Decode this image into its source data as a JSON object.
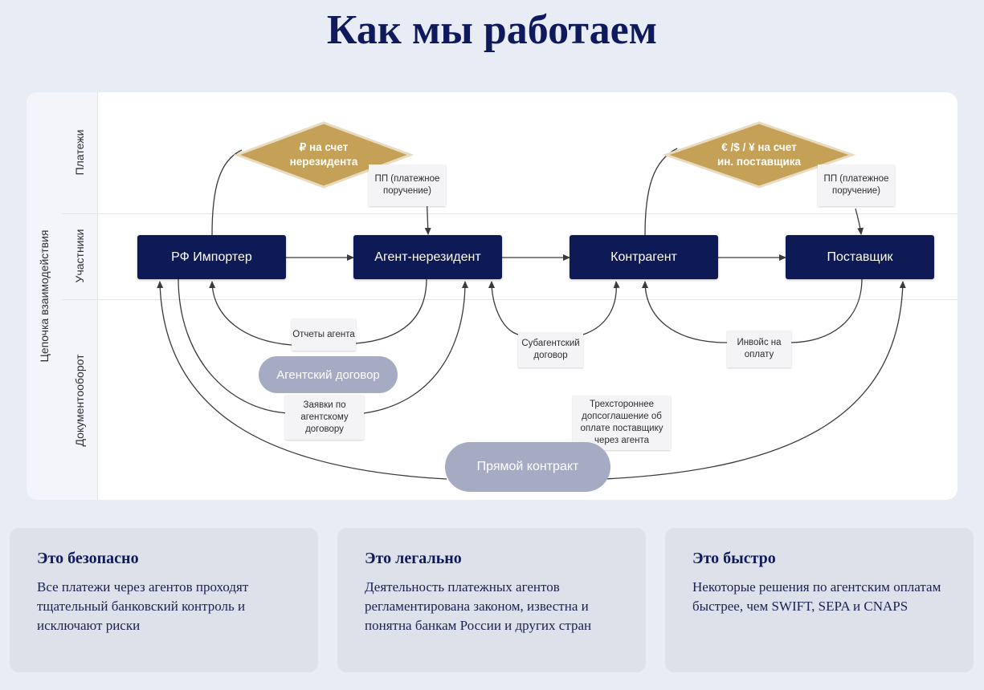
{
  "title": "Как мы работаем",
  "diagram": {
    "outer_label": "Цепочка взаимодействия",
    "rows": {
      "payments": "Платежи",
      "participants": "Участники",
      "documents": "Документооборот"
    },
    "nodes": {
      "importer": "РФ Импортер",
      "agent": "Агент-нерезидент",
      "counterparty": "Контрагент",
      "supplier": "Поставщик"
    },
    "diamonds": {
      "left": "₽ на счет\nнерезидента",
      "right": "€ /$ / ¥ на счет\nин. поставщика"
    },
    "notes": {
      "pp_left": "ПП (платежное поручение)",
      "pp_right": "ПП (платежное поручение)",
      "agent_reports": "Отчеты агента",
      "agent_requests": "Заявки по агентскому договору",
      "subagent": "Субагентский договор",
      "invoice": "Инвойс на оплату",
      "tripartite": "Трехстороннее допсоглашение об оплате поставщику через агента"
    },
    "pills": {
      "agent_contract": "Агентский договор",
      "direct_contract": "Прямой контракт"
    },
    "colors": {
      "node": "#0d1a55",
      "diamond": "#c5a158",
      "pill": "#a5abc3",
      "title": "#0f1a5c"
    }
  },
  "cards": [
    {
      "title": "Это безопасно",
      "text": "Все платежи через агентов проходят тщательный банковский контроль и исключают риски"
    },
    {
      "title": "Это легально",
      "text": "Деятельность платежных агентов регламентирована законом, известна и понятна банкам России и других стран"
    },
    {
      "title": "Это быстро",
      "text": "Некоторые решения по агентским оплатам быстрее, чем SWIFT, SEPA и CNAPS"
    }
  ]
}
